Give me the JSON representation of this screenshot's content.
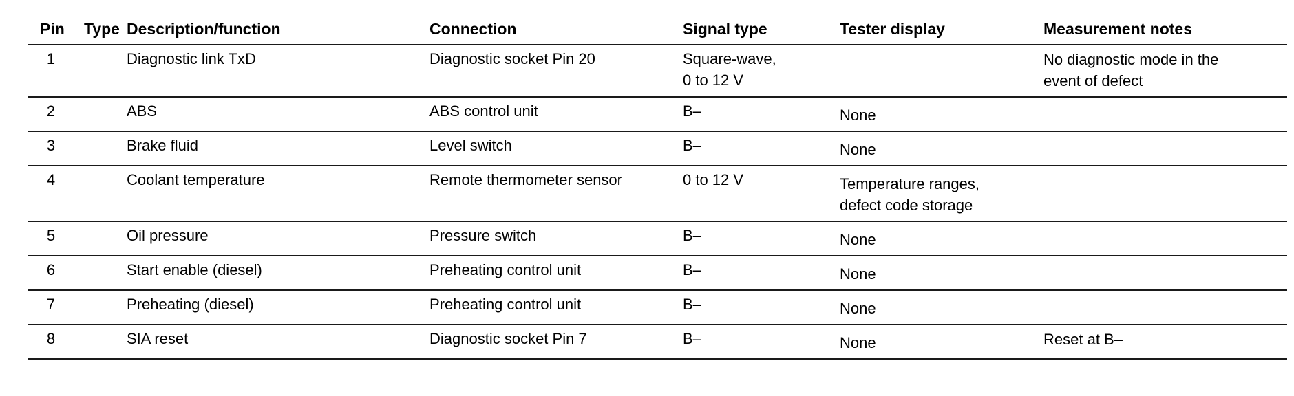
{
  "table": {
    "headers": {
      "pin": "Pin",
      "type": "Type",
      "description": "Description/function",
      "connection": "Connection",
      "signal": "Signal type",
      "tester": "Tester display",
      "notes": "Measurement notes"
    },
    "rows": [
      {
        "pin": "1",
        "type": "",
        "description": "Diagnostic link TxD",
        "connection": "Diagnostic socket Pin 20",
        "signal": "Square-wave,\n0 to 12 V",
        "tester": "",
        "notes": "No diagnostic mode in the\nevent of defect"
      },
      {
        "pin": "2",
        "type": "",
        "description": "ABS",
        "connection": "ABS control unit",
        "signal": "B–",
        "tester": "None",
        "notes": ""
      },
      {
        "pin": "3",
        "type": "",
        "description": "Brake fluid",
        "connection": "Level switch",
        "signal": "B–",
        "tester": "None",
        "notes": ""
      },
      {
        "pin": "4",
        "type": "",
        "description": "Coolant temperature",
        "connection": "Remote thermometer sensor",
        "signal": "0 to 12 V",
        "tester": "Temperature ranges,\ndefect code storage",
        "notes": ""
      },
      {
        "pin": "5",
        "type": "",
        "description": "Oil pressure",
        "connection": "Pressure switch",
        "signal": "B–",
        "tester": "None",
        "notes": ""
      },
      {
        "pin": "6",
        "type": "",
        "description": "Start enable (diesel)",
        "connection": "Preheating control unit",
        "signal": "B–",
        "tester": "None",
        "notes": ""
      },
      {
        "pin": "7",
        "type": "",
        "description": "Preheating (diesel)",
        "connection": "Preheating control unit",
        "signal": "B–",
        "tester": "None",
        "notes": ""
      },
      {
        "pin": "8",
        "type": "",
        "description": "SIA reset",
        "connection": "Diagnostic socket Pin 7",
        "signal": "B–",
        "tester": "None",
        "notes": "Reset at B–"
      }
    ]
  }
}
